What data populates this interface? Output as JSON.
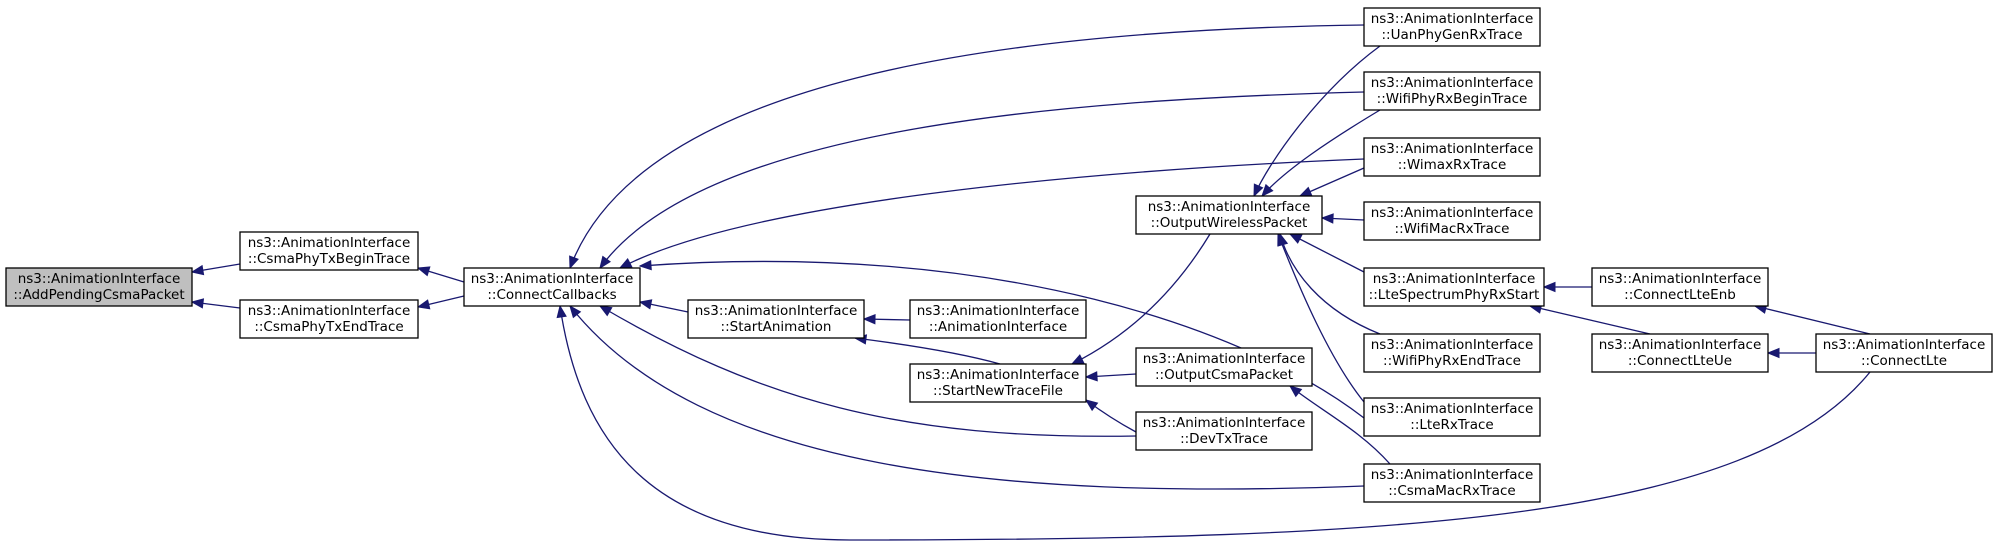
{
  "nodes": [
    {
      "id": "addpending",
      "line1": "ns3::AnimationInterface",
      "line2": "::AddPendingCsmaPacket",
      "root": true
    },
    {
      "id": "csmaphytxbegin",
      "line1": "ns3::AnimationInterface",
      "line2": "::CsmaPhyTxBeginTrace"
    },
    {
      "id": "csmaphytxend",
      "line1": "ns3::AnimationInterface",
      "line2": "::CsmaPhyTxEndTrace"
    },
    {
      "id": "connectcallbacks",
      "line1": "ns3::AnimationInterface",
      "line2": "::ConnectCallbacks"
    },
    {
      "id": "startanimation",
      "line1": "ns3::AnimationInterface",
      "line2": "::StartAnimation"
    },
    {
      "id": "animationinterface",
      "line1": "ns3::AnimationInterface",
      "line2": "::AnimationInterface"
    },
    {
      "id": "startnewtracefile",
      "line1": "ns3::AnimationInterface",
      "line2": "::StartNewTraceFile"
    },
    {
      "id": "outputwirelesspacket",
      "line1": "ns3::AnimationInterface",
      "line2": "::OutputWirelessPacket"
    },
    {
      "id": "outputcsmapacket",
      "line1": "ns3::AnimationInterface",
      "line2": "::OutputCsmaPacket"
    },
    {
      "id": "devtxtrace",
      "line1": "ns3::AnimationInterface",
      "line2": "::DevTxTrace"
    },
    {
      "id": "uanphygenrxtrace",
      "line1": "ns3::AnimationInterface",
      "line2": "::UanPhyGenRxTrace"
    },
    {
      "id": "wifiphyrxbegintrace",
      "line1": "ns3::AnimationInterface",
      "line2": "::WifiPhyRxBeginTrace"
    },
    {
      "id": "wimaxrxtrace",
      "line1": "ns3::AnimationInterface",
      "line2": "::WimaxRxTrace"
    },
    {
      "id": "wifimacrxtrace",
      "line1": "ns3::AnimationInterface",
      "line2": "::WifiMacRxTrace"
    },
    {
      "id": "ltespectrumphyrxstart",
      "line1": "ns3::AnimationInterface",
      "line2": "::LteSpectrumPhyRxStart"
    },
    {
      "id": "wifiphyrxendtrace",
      "line1": "ns3::AnimationInterface",
      "line2": "::WifiPhyRxEndTrace"
    },
    {
      "id": "lterxtrace",
      "line1": "ns3::AnimationInterface",
      "line2": "::LteRxTrace"
    },
    {
      "id": "csmamacrxtrace",
      "line1": "ns3::AnimationInterface",
      "line2": "::CsmaMacRxTrace"
    },
    {
      "id": "connectlteenb",
      "line1": "ns3::AnimationInterface",
      "line2": "::ConnectLteEnb"
    },
    {
      "id": "connectlteue",
      "line1": "ns3::AnimationInterface",
      "line2": "::ConnectLteUe"
    },
    {
      "id": "connectlte",
      "line1": "ns3::AnimationInterface",
      "line2": "::ConnectLte"
    }
  ],
  "edges": [
    {
      "from": "csmaphytxbegin",
      "to": "addpending"
    },
    {
      "from": "csmaphytxend",
      "to": "addpending"
    },
    {
      "from": "connectcallbacks",
      "to": "csmaphytxbegin"
    },
    {
      "from": "connectcallbacks",
      "to": "csmaphytxend"
    },
    {
      "from": "startanimation",
      "to": "connectcallbacks"
    },
    {
      "from": "animationinterface",
      "to": "startanimation"
    },
    {
      "from": "startnewtracefile",
      "to": "startanimation"
    },
    {
      "from": "outputcsmapacket",
      "to": "startnewtracefile"
    },
    {
      "from": "devtxtrace",
      "to": "startnewtracefile"
    },
    {
      "from": "outputwirelesspacket",
      "to": "startnewtracefile"
    },
    {
      "from": "uanphygenrxtrace",
      "to": "connectcallbacks"
    },
    {
      "from": "wifiphyrxbegintrace",
      "to": "connectcallbacks"
    },
    {
      "from": "wimaxrxtrace",
      "to": "connectcallbacks"
    },
    {
      "from": "lterxtrace",
      "to": "connectcallbacks"
    },
    {
      "from": "devtxtrace",
      "to": "connectcallbacks"
    },
    {
      "from": "csmamacrxtrace",
      "to": "connectcallbacks"
    },
    {
      "from": "connectlte",
      "to": "connectcallbacks"
    },
    {
      "from": "uanphygenrxtrace",
      "to": "outputwirelesspacket"
    },
    {
      "from": "wifiphyrxbegintrace",
      "to": "outputwirelesspacket"
    },
    {
      "from": "wimaxrxtrace",
      "to": "outputwirelesspacket"
    },
    {
      "from": "wifimacrxtrace",
      "to": "outputwirelesspacket"
    },
    {
      "from": "ltespectrumphyrxstart",
      "to": "outputwirelesspacket"
    },
    {
      "from": "wifiphyrxendtrace",
      "to": "outputwirelesspacket"
    },
    {
      "from": "lterxtrace",
      "to": "outputwirelesspacket"
    },
    {
      "from": "csmamacrxtrace",
      "to": "outputcsmapacket"
    },
    {
      "from": "connectlteenb",
      "to": "ltespectrumphyrxstart"
    },
    {
      "from": "connectlteue",
      "to": "ltespectrumphyrxstart"
    },
    {
      "from": "connectlte",
      "to": "connectlteenb"
    },
    {
      "from": "connectlte",
      "to": "connectlteue"
    }
  ]
}
